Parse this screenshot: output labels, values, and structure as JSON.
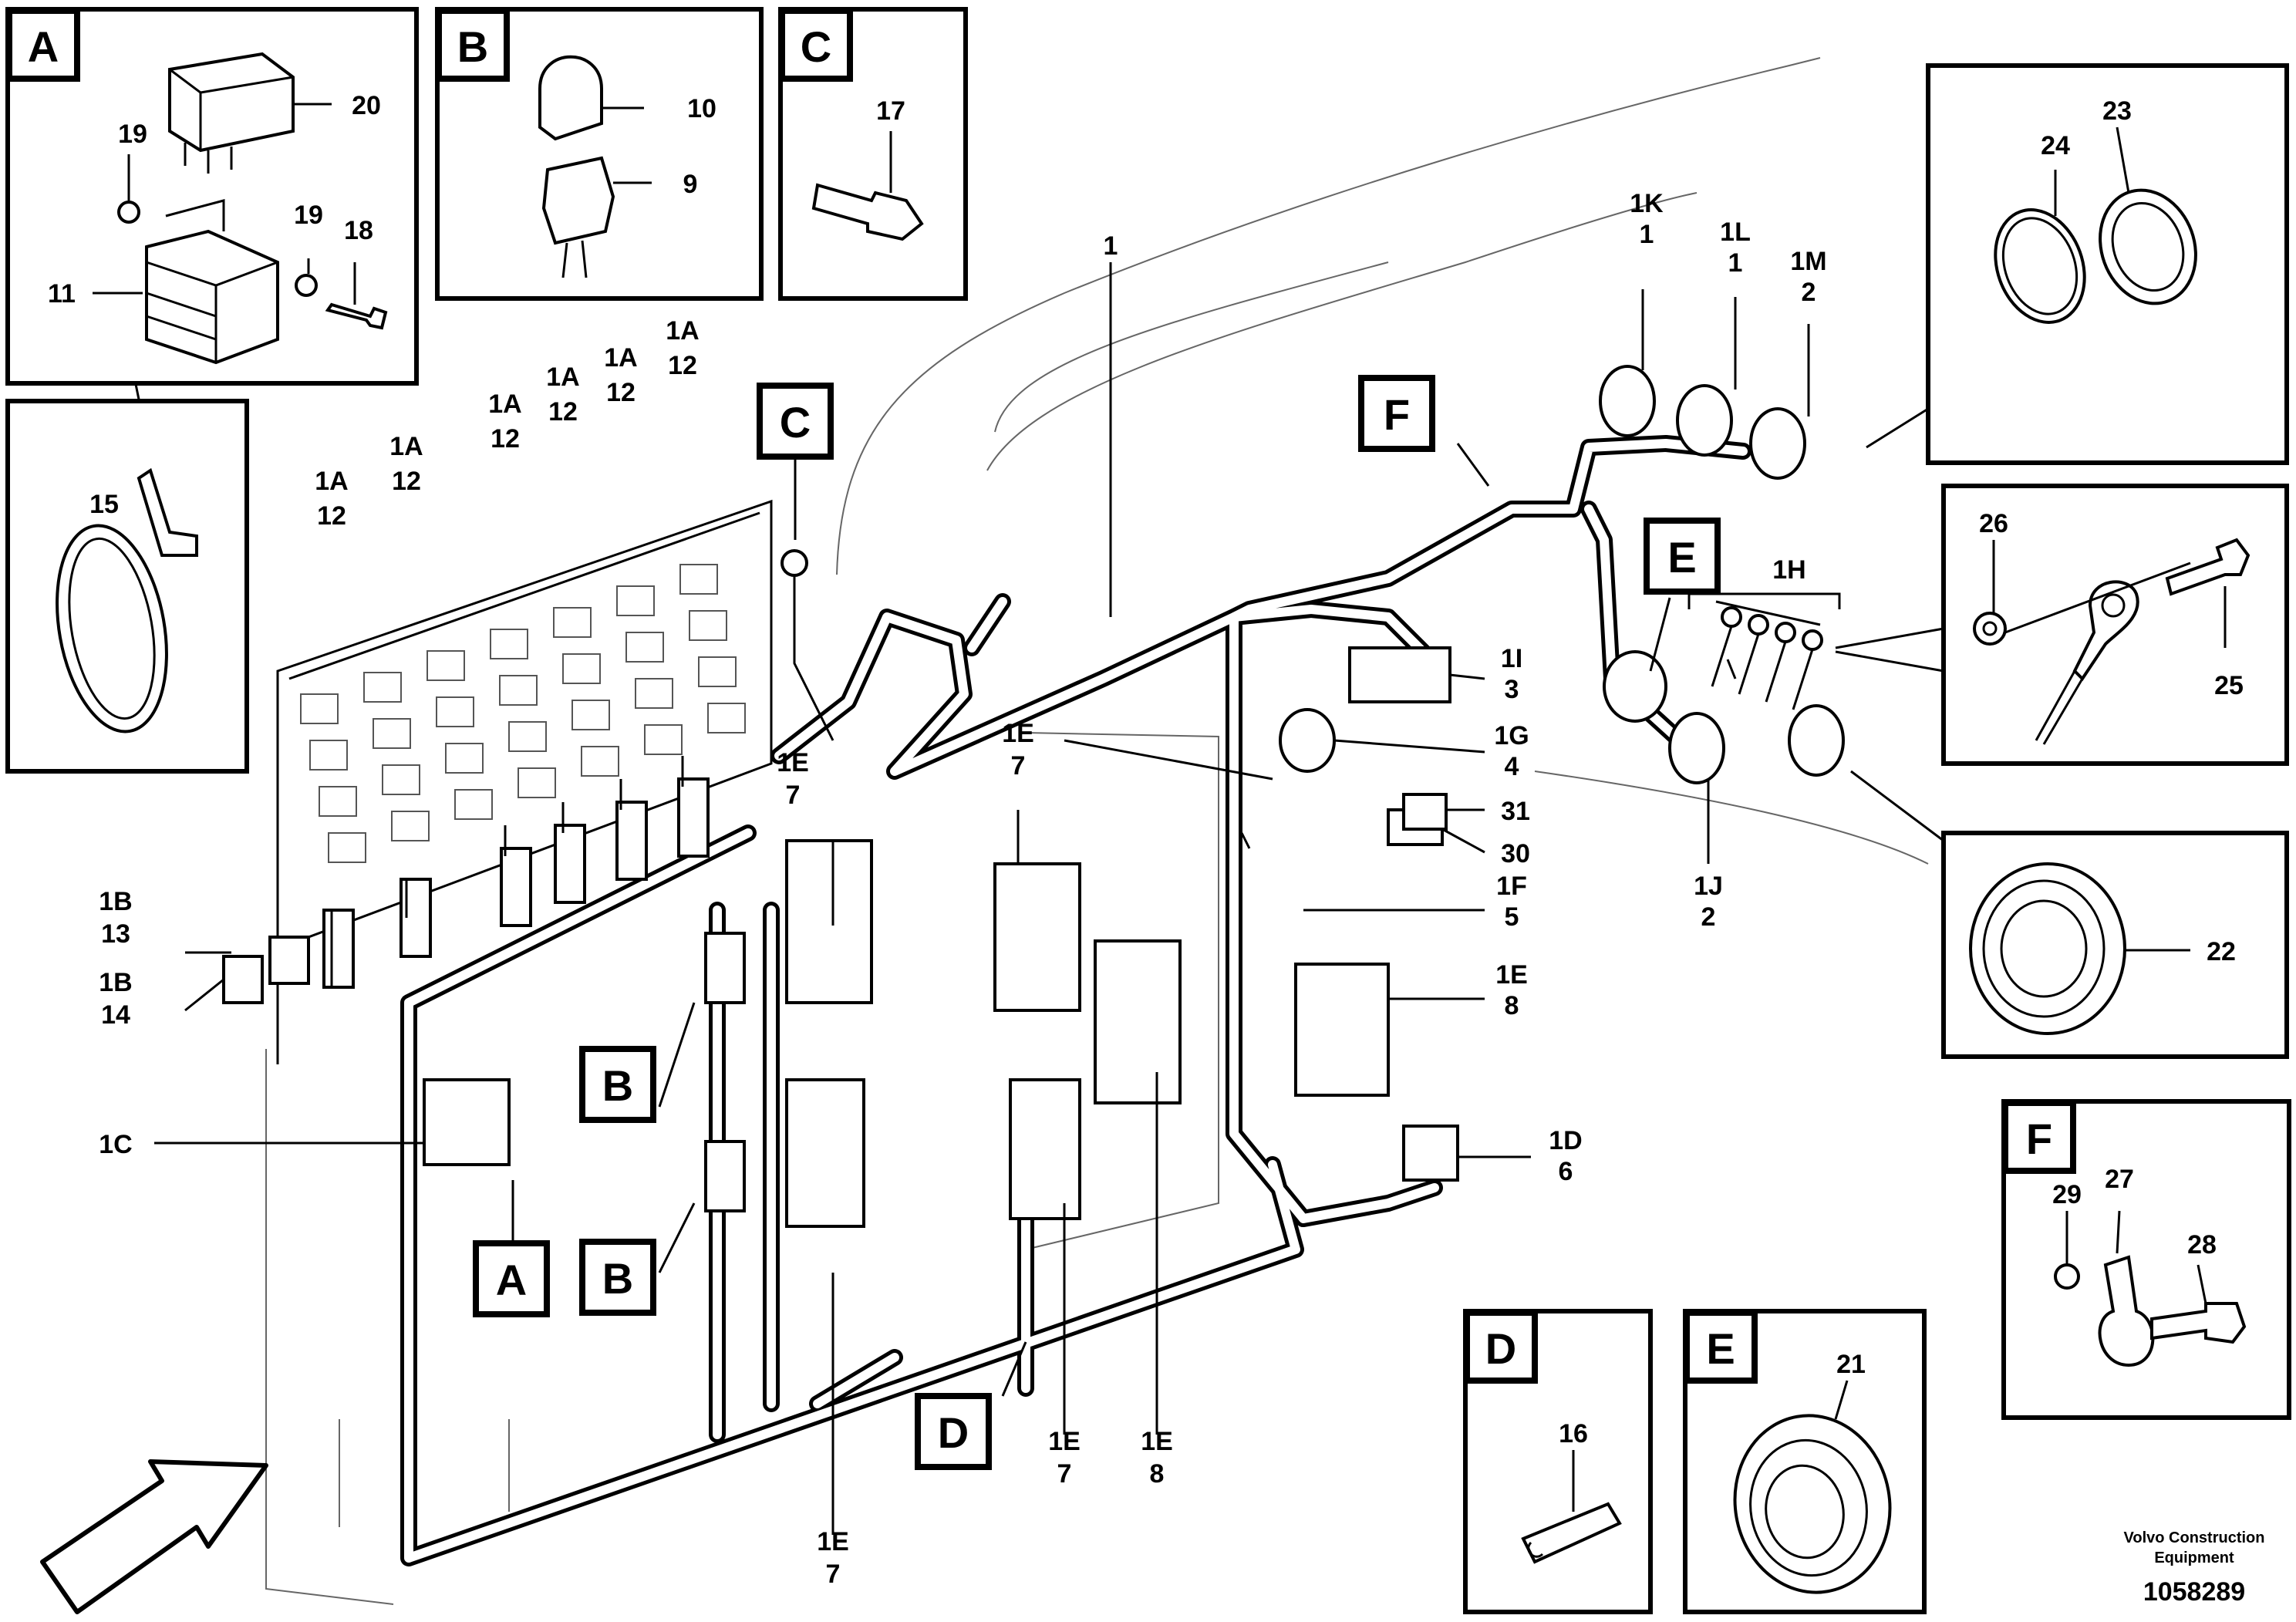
{
  "insets": {
    "A": {
      "letter": "A",
      "parts": [
        "20",
        "19",
        "19",
        "18",
        "11"
      ]
    },
    "B": {
      "letter": "B",
      "parts": [
        "10",
        "9"
      ]
    },
    "C": {
      "letter": "C",
      "parts": [
        "17"
      ]
    },
    "D": {
      "letter": "D",
      "parts": [
        "16"
      ]
    },
    "E": {
      "letter": "E",
      "parts": [
        "21"
      ]
    },
    "F": {
      "letter": "F",
      "parts": [
        "29",
        "27",
        "28"
      ]
    },
    "tie": {
      "parts": [
        "15"
      ]
    },
    "rings": {
      "parts": [
        "24",
        "23"
      ]
    },
    "ring_terminal": {
      "parts": [
        "26",
        "25"
      ]
    },
    "grommet": {
      "parts": [
        "22"
      ]
    }
  },
  "callouts": {
    "C": "C",
    "F": "F",
    "E": "E",
    "B1": "B",
    "B2": "B",
    "A": "A",
    "D": "D"
  },
  "labels": {
    "l1K": [
      "1K",
      "1"
    ],
    "l1L": [
      "1L",
      "1"
    ],
    "l1M": [
      "1M",
      "2"
    ],
    "l1H": [
      "1H"
    ],
    "l1I": [
      "1I",
      "3"
    ],
    "l1G": [
      "1G",
      "4"
    ],
    "l31": [
      "31"
    ],
    "l30": [
      "30"
    ],
    "l1F": [
      "1F",
      "5"
    ],
    "l1E8r": [
      "1E",
      "8"
    ],
    "l1D": [
      "1D",
      "6"
    ],
    "l1J": [
      "1J",
      "2"
    ],
    "l1": [
      "1"
    ],
    "l1A_1": [
      "1A",
      "12"
    ],
    "l1A_2": [
      "1A",
      "12"
    ],
    "l1A_3": [
      "1A",
      "12"
    ],
    "l1A_4": [
      "1A",
      "12"
    ],
    "l1A_5": [
      "1A",
      "12"
    ],
    "l1A_6": [
      "1A",
      "12"
    ],
    "l1B13": [
      "1B",
      "13"
    ],
    "l1B14": [
      "1B",
      "14"
    ],
    "l1C": [
      "1C"
    ],
    "l1E7a": [
      "1E",
      "7"
    ],
    "l1E7b": [
      "1E",
      "7"
    ],
    "l1E7c": [
      "1E",
      "7"
    ],
    "l1E7d": [
      "1E",
      "7"
    ],
    "l1E8b": [
      "1E",
      "8"
    ]
  },
  "footer": {
    "maker_line1": "Volvo Construction",
    "maker_line2": "Equipment",
    "drawing_number": "1058289"
  }
}
